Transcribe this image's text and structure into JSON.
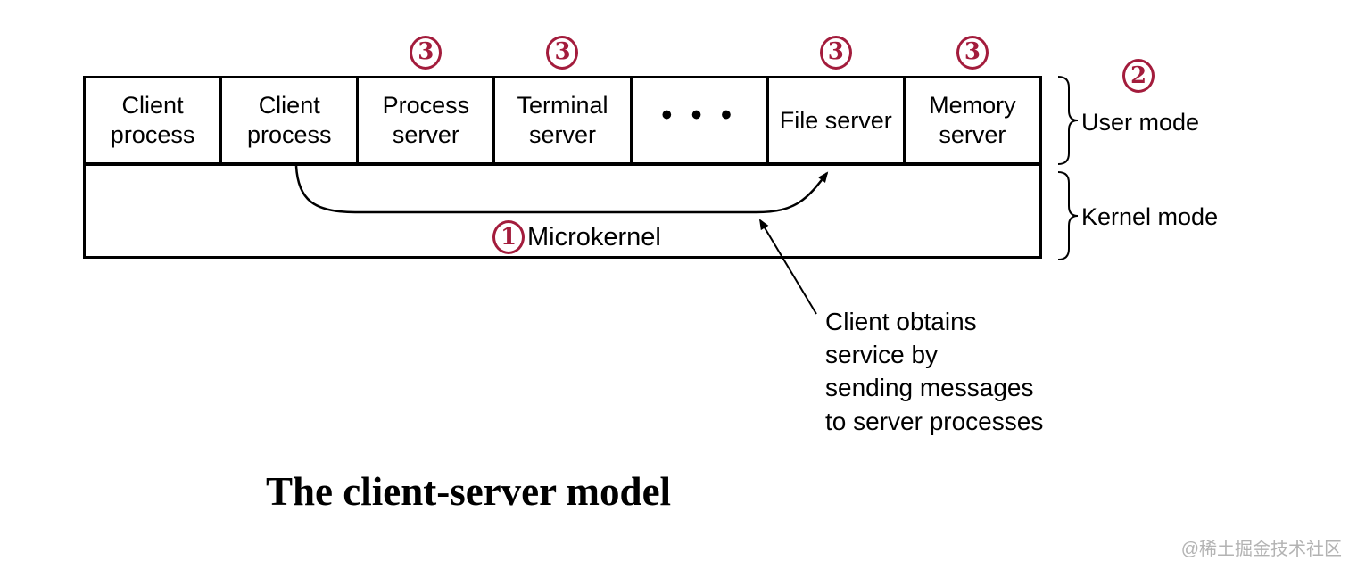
{
  "colors": {
    "badge_red": "#a31c3c",
    "line_black": "#000000",
    "watermark_gray": "#b3b3b3"
  },
  "diagram": {
    "boxes": [
      {
        "label": "Client process"
      },
      {
        "label": "Client process"
      },
      {
        "label": "Process server",
        "badge": "3"
      },
      {
        "label": "Terminal server",
        "badge": "3"
      },
      {
        "label": "• • •"
      },
      {
        "label": "File server",
        "badge": "3"
      },
      {
        "label": "Memory server",
        "badge": "3"
      }
    ],
    "kernel": {
      "label": "Microkernel",
      "badge": "1"
    },
    "modes": {
      "user": {
        "label": "User mode",
        "badge": "2"
      },
      "kernel": {
        "label": "Kernel mode"
      }
    },
    "annotation": "Client obtains\nservice by\nsending messages\nto server processes",
    "title": "The client-server model",
    "watermark": "@稀土掘金技术社区"
  }
}
